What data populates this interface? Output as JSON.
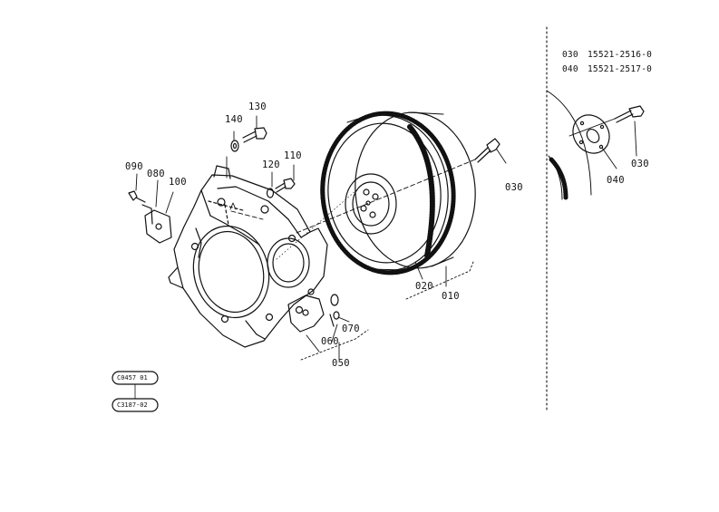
{
  "parts_list": [
    {
      "ref": "030",
      "part_no": "15521-2516-0"
    },
    {
      "ref": "040",
      "part_no": "15521-2517-0"
    }
  ],
  "callouts": {
    "c010": "010",
    "c020": "020",
    "c030": "030",
    "c050": "050",
    "c060": "060",
    "c070": "070",
    "c080": "080",
    "c090": "090",
    "c100": "100",
    "c110": "110",
    "c120": "120",
    "c130": "130",
    "c140": "140"
  },
  "detail_callouts": {
    "c030": "030",
    "c040": "040"
  },
  "stamps": {
    "s1": "C0457 01",
    "s2": "C3187-02"
  }
}
